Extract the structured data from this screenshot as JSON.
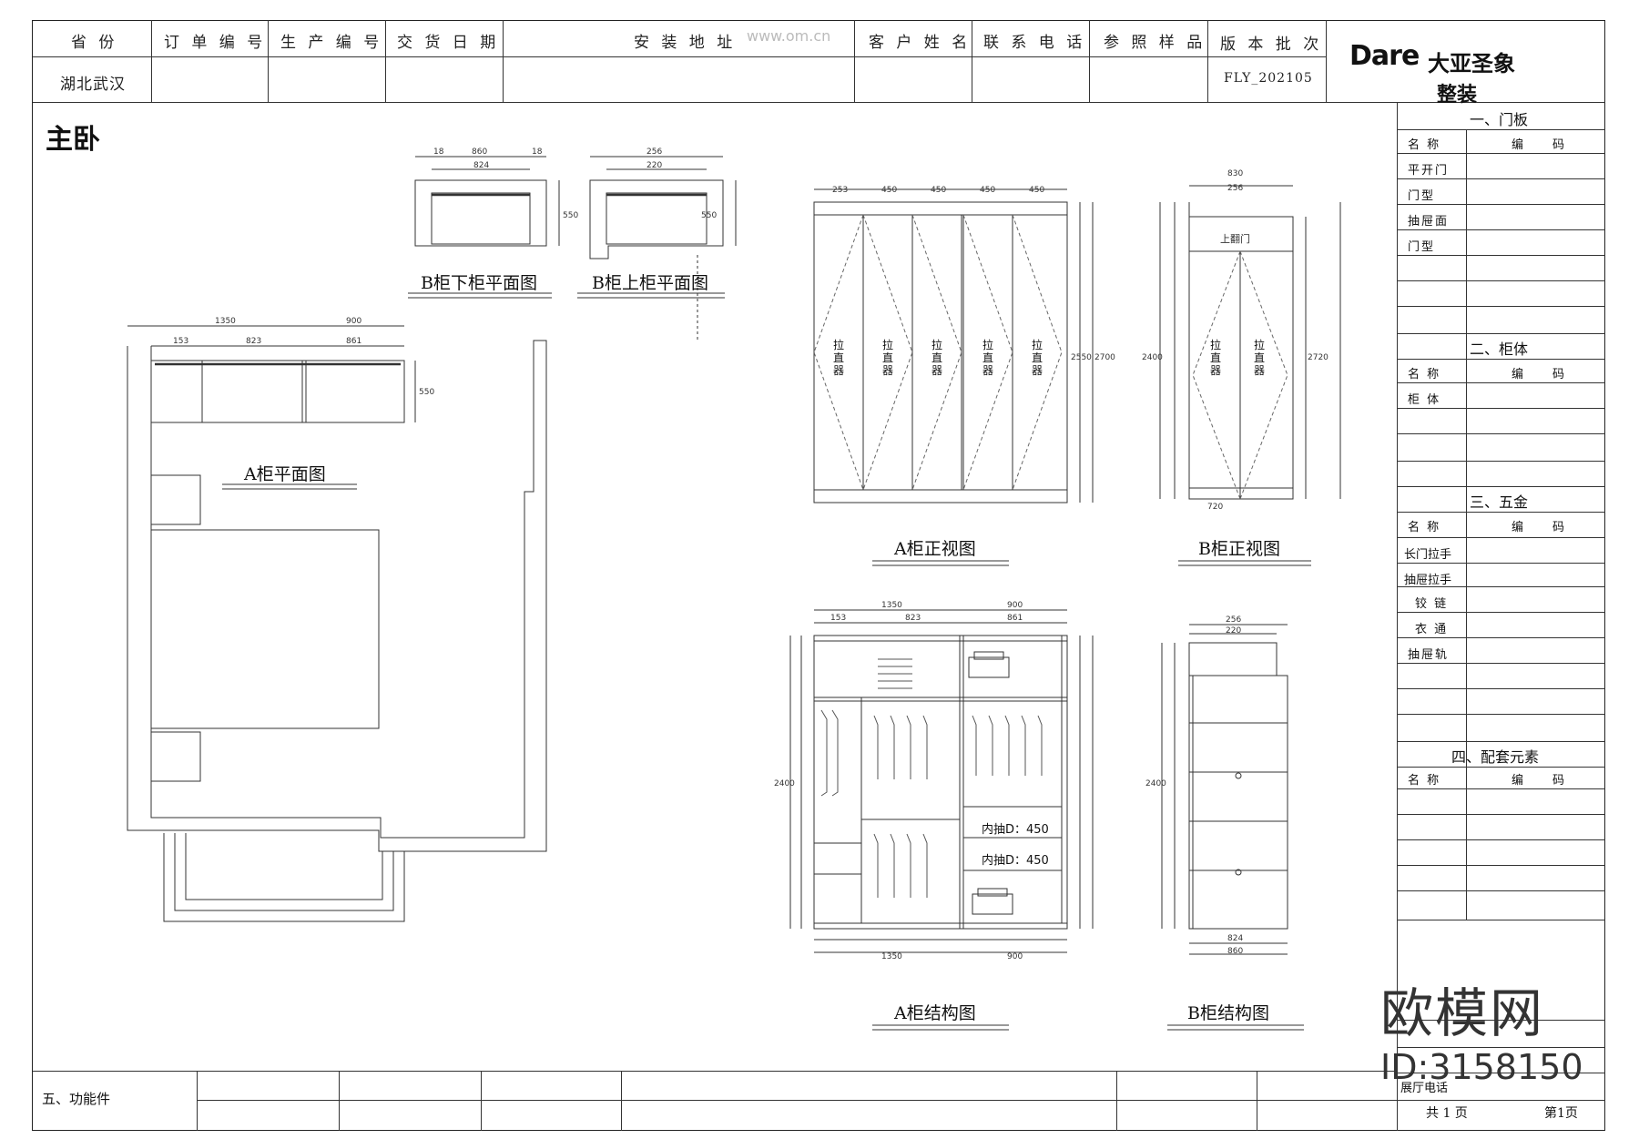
{
  "header": {
    "labels": [
      "省 份",
      "订 单 编 号",
      "生 产 编 号",
      "交 货 日 期",
      "安 装 地 址",
      "客 户 姓 名",
      "联 系 电 话",
      "参 照 样 品",
      "版 本 批 次"
    ],
    "province_value": "湖北武汉",
    "version_value": "FLY_202105"
  },
  "brand": {
    "logo_text": "Dare",
    "company": "大亚圣象",
    "product": "整装"
  },
  "room_title": "主卧",
  "drawings": {
    "b_lower_plan": "B柜下柜平面图",
    "b_upper_plan": "B柜上柜平面图",
    "a_plan": "A柜平面图",
    "a_front": "A柜正视图",
    "b_front": "B柜正视图",
    "a_structure": "A柜结构图",
    "b_structure": "B柜结构图"
  },
  "annotations": {
    "pull_label": "拉直器",
    "inner_drawer_1": "内抽D：450",
    "inner_drawer_2": "内抽D：450",
    "upper_door": "上翻门"
  },
  "dimensions": {
    "b_lower_top": "860",
    "b_lower_inner": "824",
    "b_lower_side_a": "18",
    "b_lower_side_b": "18",
    "b_lower_depth": "550",
    "b_upper_top": "256",
    "b_upper_inner": "220",
    "b_upper_depth": "550",
    "a_plan_left": "1350",
    "a_plan_right": "900",
    "a_plan_sub1": "153",
    "a_plan_sub2": "823",
    "a_plan_sub3": "861",
    "a_plan_depth": "550",
    "a_front_cols": [
      "253",
      "450",
      "450",
      "450",
      "450"
    ],
    "a_front_height": "2550",
    "a_front_total": "2700",
    "b_front_top": "830",
    "b_front_sub": "256",
    "b_front_height": "2400",
    "b_front_total": "2720",
    "b_front_bottom": "720",
    "a_struct_top_left": "1350",
    "a_struct_top_right": "900",
    "a_struct_sub": [
      "153",
      "823",
      "861"
    ],
    "a_struct_height": "2400",
    "a_struct_bottom_left": "1350",
    "a_struct_bottom_right": "900",
    "b_struct_top": "256",
    "b_struct_sub": "220",
    "b_struct_height": "2400",
    "b_struct_bottom": "860",
    "b_struct_bottom_sub": "824"
  },
  "sidebar": {
    "sections": [
      {
        "title": "一、门板",
        "header": [
          "名 称",
          "编　　码"
        ],
        "rows": [
          "平开门",
          "门型",
          "抽屉面",
          "门型"
        ]
      },
      {
        "title": "二、柜体",
        "header": [
          "名 称",
          "编　　码"
        ],
        "rows": [
          "柜 体"
        ]
      },
      {
        "title": "三、五金",
        "header": [
          "名 称",
          "编　　码"
        ],
        "rows": [
          "长门拉手",
          "抽屉拉手",
          "铰 链",
          "衣 通",
          "抽屉轨"
        ]
      },
      {
        "title": "四、配套元素",
        "header": [
          "名 称",
          "编　　码"
        ],
        "rows": []
      }
    ],
    "footer_label": "展厅电话",
    "page_total": "共 1 页",
    "page_current": "第1页"
  },
  "bottom": {
    "functional_parts": "五、功能件"
  },
  "watermark": {
    "brand": "欧模网",
    "id": "ID:3158150",
    "url": "www.om.cn"
  }
}
